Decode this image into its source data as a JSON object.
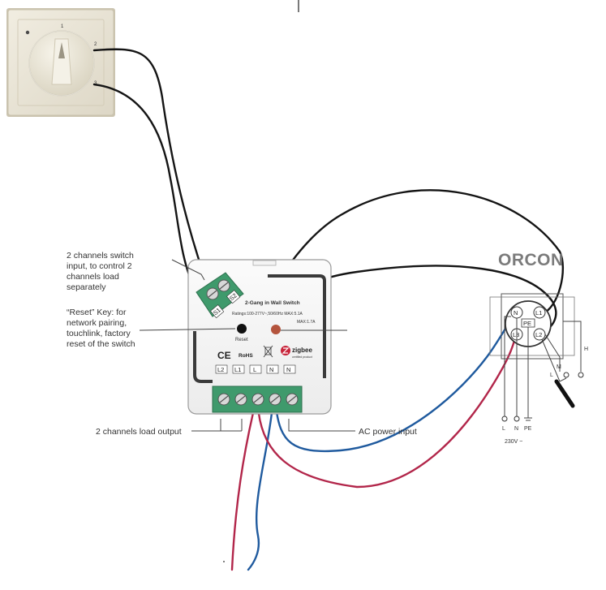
{
  "brand": "ORCON",
  "labels": {
    "switch_input": [
      "2 channels switch",
      "input, to control 2",
      "channels load",
      "separately"
    ],
    "reset_key": [
      "“Reset” Key: for",
      "network pairing,",
      "touchlink, factory",
      "reset of the switch"
    ],
    "load_output": "2 channels load output",
    "ac_input": "AC power input"
  },
  "module": {
    "title": "2-Gang in Wall Switch",
    "ratings": "Ratings:100-277V~,50/60Hz MAX:5.1A",
    "max2": "MAX:1.7A",
    "reset": "Reset",
    "ce": "CE",
    "rohs": "RoHS",
    "zigbee": "zigbee",
    "zigbee_sub": "certified product",
    "input_terminals": [
      "S1",
      "S2"
    ],
    "output_terminals": [
      "L2",
      "L1",
      "L",
      "N",
      "N"
    ]
  },
  "socket": {
    "terminals": [
      "N",
      "L1",
      "PE",
      "L3",
      "L2"
    ],
    "bottom_terminals": [
      "L",
      "N",
      "PE"
    ],
    "voltage": "230V ~",
    "fan_labels": [
      "M",
      "L",
      "H"
    ]
  },
  "rotary": {
    "positions": [
      "1",
      "2",
      "3"
    ]
  },
  "colors": {
    "wire_black": "#141414",
    "wire_blue": "#1f5a9e",
    "wire_red": "#b2264a",
    "terminal_green": "#3f9a6c",
    "plate": "#e9e4d5",
    "brand_gray": "#7b7b7b"
  }
}
